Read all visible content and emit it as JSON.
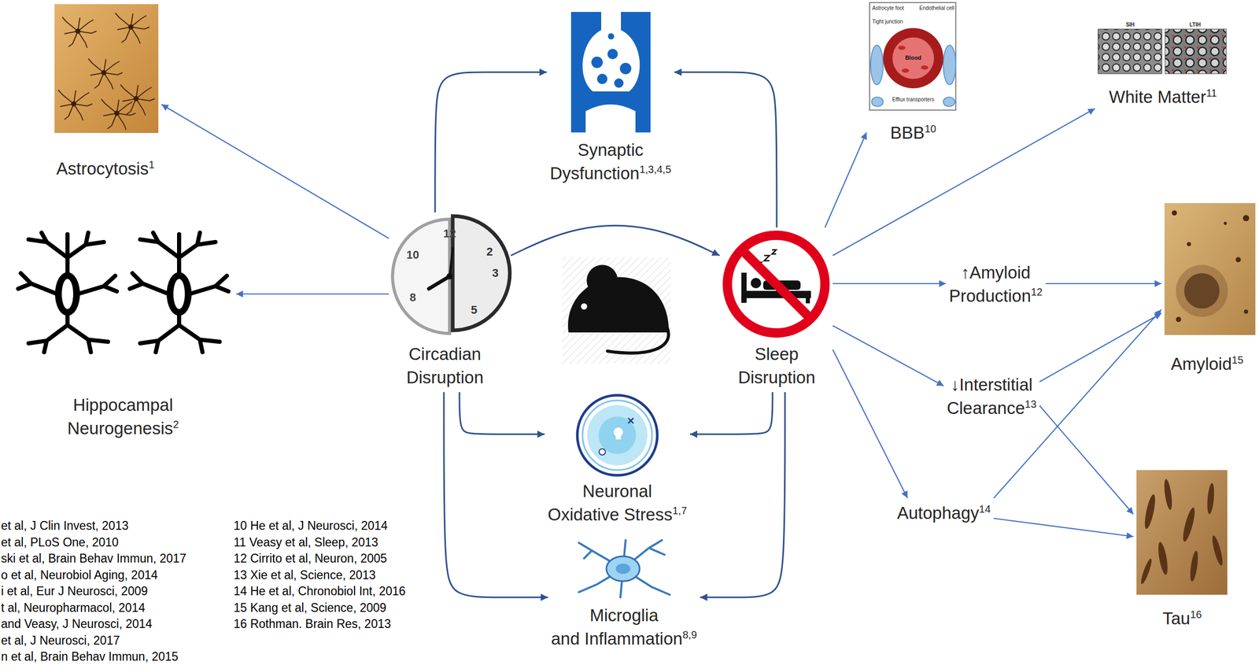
{
  "diagram": {
    "nodes": [
      {
        "text": [
          "Astrocytosis",
          "1"
        ]
      },
      {
        "text": [
          "Synaptic Dysfunction",
          "1,3,4,5"
        ]
      },
      {
        "text": [
          "BBB",
          "10"
        ]
      },
      {
        "text": [
          "White Matter",
          "11"
        ]
      },
      {
        "text": [
          "Hippocampal Neurogenesis",
          "2"
        ]
      },
      {
        "text": [
          "Circadian Disruption"
        ]
      },
      {
        "text": [
          "Sleep Disruption"
        ]
      },
      {
        "text": [
          "↑Amyloid Production",
          "12"
        ]
      },
      {
        "text": [
          "Amyloid",
          "15"
        ]
      },
      {
        "text": [
          "↓Interstitial Clearance",
          "13"
        ]
      },
      {
        "text": [
          "Neuronal Oxidative Stress",
          "1,7"
        ]
      },
      {
        "text": [
          "Autophagy",
          "14"
        ]
      },
      {
        "text": [
          "Tau",
          "16"
        ]
      },
      {
        "text": [
          "Microglia and Inflammation",
          "8,9"
        ]
      }
    ],
    "edges": [
      {
        "from": 5,
        "to": 0,
        "arrow": "to"
      },
      {
        "from": 5,
        "to": 4,
        "arrow": "to"
      },
      {
        "from": 5,
        "to": 1,
        "arrow": "to"
      },
      {
        "from": 6,
        "to": 1,
        "arrow": "to"
      },
      {
        "from": 5,
        "to": 6,
        "arrow": "to"
      },
      {
        "from": 5,
        "to": 10,
        "arrow": "to"
      },
      {
        "from": 6,
        "to": 10,
        "arrow": "to"
      },
      {
        "from": 5,
        "to": 13,
        "arrow": "to"
      },
      {
        "from": 6,
        "to": 13,
        "arrow": "to"
      },
      {
        "from": 6,
        "to": 2,
        "arrow": "to"
      },
      {
        "from": 6,
        "to": 3,
        "arrow": "to"
      },
      {
        "from": 6,
        "to": 7,
        "arrow": "to"
      },
      {
        "from": 6,
        "to": 9,
        "arrow": "to"
      },
      {
        "from": 6,
        "to": 11,
        "arrow": "to"
      },
      {
        "from": 7,
        "to": 8,
        "arrow": "to"
      },
      {
        "from": 9,
        "to": 8,
        "arrow": "to"
      },
      {
        "from": 9,
        "to": 12,
        "arrow": "to"
      },
      {
        "from": 11,
        "to": 8,
        "arrow": "to"
      },
      {
        "from": 11,
        "to": 12,
        "arrow": "to"
      }
    ],
    "labels": [
      "Astrocyte foot",
      "Endothelial cell",
      "Tight junction",
      "Blood",
      "Efflux transporters",
      "SIH",
      "LTIH",
      "12",
      "10",
      "2",
      "3",
      "8",
      "5",
      "et al, J Clin Invest, 2013",
      "et al, PLoS One, 2010",
      "ski et al, Brain Behav Immun, 2017",
      "o et al, Neurobiol Aging, 2014",
      "i et al, Eur J Neurosci, 2009",
      "t al, Neuropharmacol, 2014",
      "and Veasy, J Neurosci, 2014",
      "et al, J Neurosci, 2017",
      "n et al, Brain Behav Immun, 2015",
      "10 He et al, J Neurosci, 2014",
      "11 Veasy et al, Sleep, 2013",
      "12 Cirrito et al, Neuron, 2005",
      "13 Xie et al, Science, 2013",
      "14 He et al, Chronobiol Int, 2016",
      "15 Kang et al, Science, 2009",
      "16 Rothman. Brain Res, 2013"
    ]
  }
}
